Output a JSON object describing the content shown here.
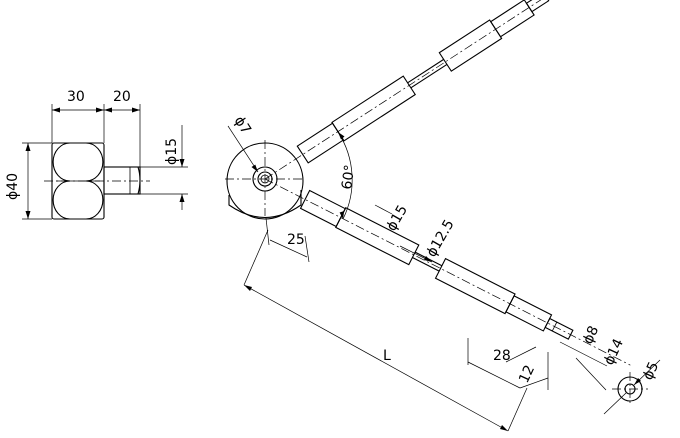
{
  "front_view": {
    "dim_width_block": "30",
    "dim_width_neck": "20",
    "dim_dia_body": "ϕ40",
    "dim_dia_neck": "ϕ15"
  },
  "side_view": {
    "dim_dia_hole": "ϕ7",
    "dim_angle": "60°",
    "dim_len_sleeve": "25",
    "dim_dia_hose": "ϕ15",
    "dim_dia_hose_inner": "ϕ12.5",
    "dim_total_length": "L",
    "dim_len_end_sleeve": "28",
    "dim_len_tip": "12",
    "dim_dia_tip": "ϕ8",
    "dim_dia_end_sleeve": "ϕ14",
    "dim_dia_end": "ϕ5"
  }
}
